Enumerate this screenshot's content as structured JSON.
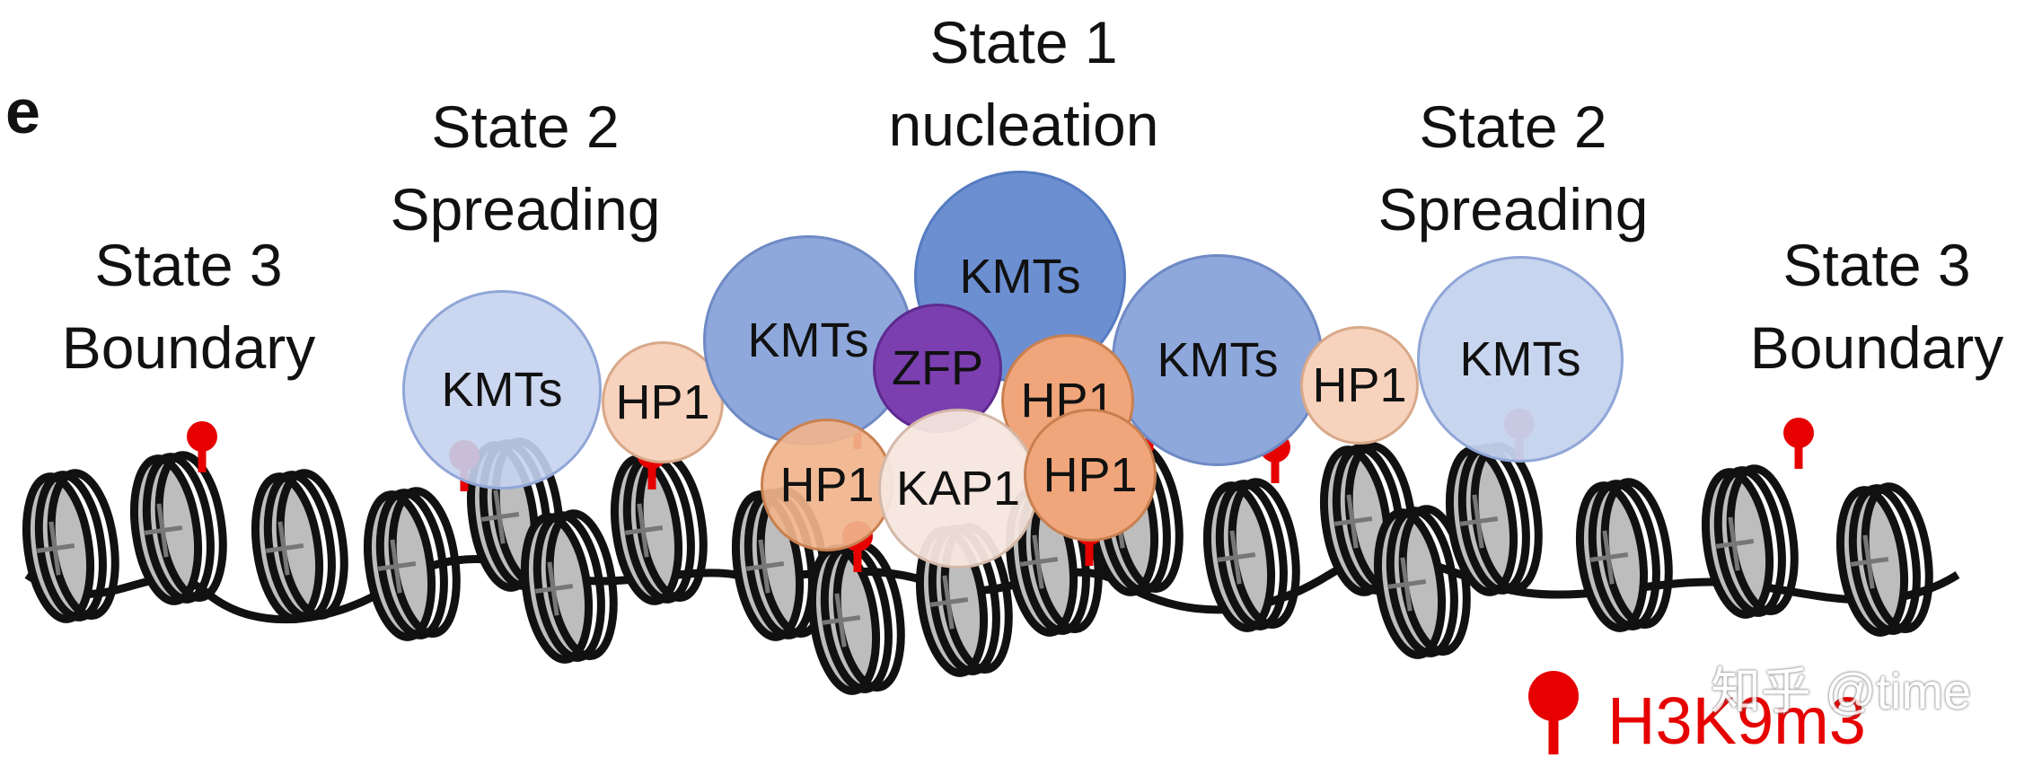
{
  "panel_letter": "e",
  "states": [
    {
      "id": "left-state-3",
      "line1": "State 3",
      "line2": "Boundary"
    },
    {
      "id": "left-state-2",
      "line1": "State 2",
      "line2": "Spreading"
    },
    {
      "id": "state-1",
      "line1": "State 1",
      "line2": "nucleation"
    },
    {
      "id": "right-state-2",
      "line1": "State 2",
      "line2": "Spreading"
    },
    {
      "id": "right-state-3",
      "line1": "State 3",
      "line2": "Boundary"
    }
  ],
  "proteins": {
    "kmts": "KMTs",
    "hp1": "HP1",
    "zfp": "ZFP",
    "kap1": "KAP1"
  },
  "legend": {
    "mark_label": "H3K9m3"
  },
  "watermark": "知乎 @time",
  "colors": {
    "mark": "#e60000",
    "kmt_light": "#c5d3ee",
    "kmt_mid": "#8ea8dc",
    "kmt_dark": "#6c8fd2",
    "hp1_light": "#f7d3bd",
    "hp1_dark": "#f0a57a",
    "zfp": "#7b3fb0",
    "kap1": "#f6e6de"
  }
}
